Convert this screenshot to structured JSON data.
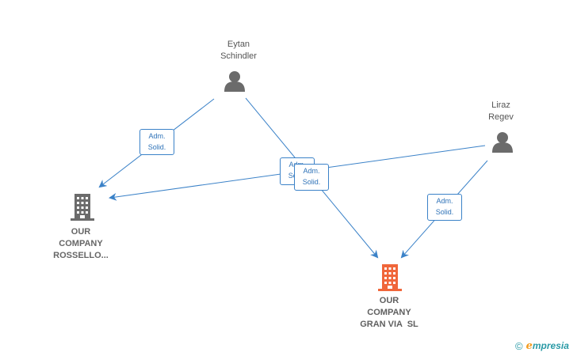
{
  "colors": {
    "edge": "#3b82c8",
    "person_icon": "#6b6b6b",
    "company_icon": "#6b6b6b",
    "focus_company_icon": "#f0663a"
  },
  "nodes": {
    "eytan": {
      "name_line1": "Eytan",
      "name_line2": "Schindler",
      "icon": "person-icon"
    },
    "liraz": {
      "name_line1": "Liraz",
      "name_line2": "Regev",
      "icon": "person-icon"
    },
    "rossello": {
      "name_line1": "OUR",
      "name_line2": "COMPANY",
      "name_line3": "ROSSELLO...",
      "icon": "building-icon"
    },
    "granvia": {
      "name_line1": "OUR",
      "name_line2": "COMPANY",
      "name_line3": "GRAN VIA  SL",
      "icon": "building-icon"
    }
  },
  "edges": [
    {
      "from": "Eytan Schindler",
      "to": "OUR COMPANY ROSSELLO...",
      "label_line1": "Adm.",
      "label_line2": "Solid."
    },
    {
      "from": "Liraz Regev",
      "to": "OUR COMPANY ROSSELLO...",
      "label_line1": "Adm.",
      "label_line2": "Solid."
    },
    {
      "from": "Eytan Schindler",
      "to": "OUR COMPANY GRAN VIA  SL",
      "label_line1": "Adm.",
      "label_line2": "Solid."
    },
    {
      "from": "Liraz Regev",
      "to": "OUR COMPANY GRAN VIA  SL",
      "label_line1": "Adm.",
      "label_line2": "Solid."
    }
  ],
  "brand": {
    "copyright": "©",
    "e": "e",
    "rest": "mpresia"
  }
}
